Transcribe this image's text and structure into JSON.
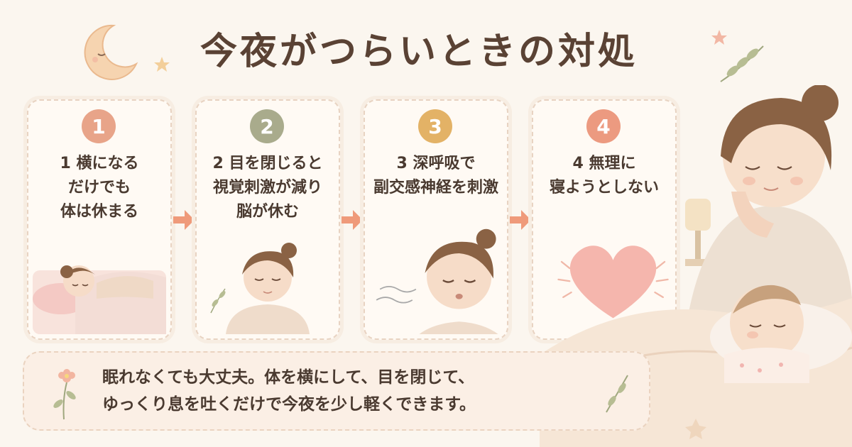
{
  "title": "今夜がつらいときの対処",
  "steps": [
    {
      "number": "1",
      "lines": [
        "1 横になる",
        "だけでも",
        "体は休まる"
      ],
      "color": "#e8a489"
    },
    {
      "number": "2",
      "lines": [
        "2 目を閉じると",
        "視覚刺激が減り",
        "脳が休む"
      ],
      "color": "#a9ab8c"
    },
    {
      "number": "3",
      "lines": [
        "3 深呼吸で",
        "副交感神経を刺激"
      ],
      "color": "#e3b266"
    },
    {
      "number": "4",
      "lines": [
        "4 無理に",
        "寝ようとしない"
      ],
      "color": "#ec9a80"
    }
  ],
  "note": {
    "lines": [
      "眠れなくても大丈夫。体を横にして、目を閉じて、",
      "ゆっくり息を吐くだけで今夜を少し軽くできます。"
    ]
  },
  "colors": {
    "background": "#fbf6ef",
    "accent_arrow": "#ef9a7a",
    "heart": "#f3a9a0"
  },
  "icons": [
    "moon-icon",
    "star-icon",
    "leaf-icon",
    "heart-icon",
    "arrow-right-icon"
  ]
}
